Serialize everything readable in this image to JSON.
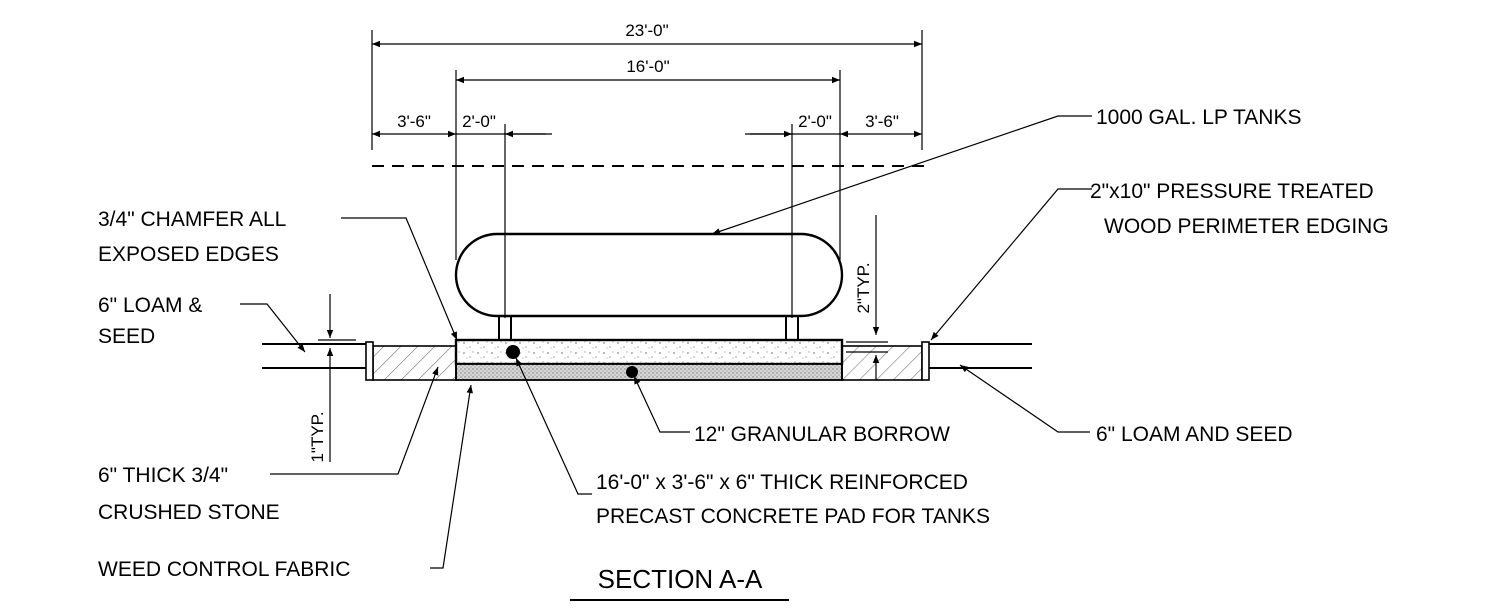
{
  "section_title": "SECTION A-A",
  "dimensions": {
    "overall": "23'-0\"",
    "inner": "16'-0\"",
    "left_outer": "3'-6\"",
    "left_inner": "2'-0\"",
    "right_inner": "2'-0\"",
    "right_outer": "3'-6\"",
    "right_vertical": "2\"TYP.",
    "left_vertical": "1\"TYP."
  },
  "callouts": {
    "lp_tanks": "1000 GAL. LP TANKS",
    "edging_line1": "2\"x10\" PRESSURE TREATED",
    "edging_line2": "WOOD PERIMETER EDGING",
    "chamfer_line1": "3/4\" CHAMFER ALL",
    "chamfer_line2": "EXPOSED EDGES",
    "loam_left_line1": "6\" LOAM &",
    "loam_left_line2": "SEED",
    "granular": "12\" GRANULAR BORROW",
    "loam_right": "6\" LOAM AND SEED",
    "stone_line1": "6\" THICK 3/4\"",
    "stone_line2": "CRUSHED STONE",
    "pad_line1": "16'-0\" x 3'-6\" x 6\" THICK REINFORCED",
    "pad_line2": "PRECAST CONCRETE PAD FOR TANKS",
    "fabric": "WEED CONTROL FABRIC"
  }
}
